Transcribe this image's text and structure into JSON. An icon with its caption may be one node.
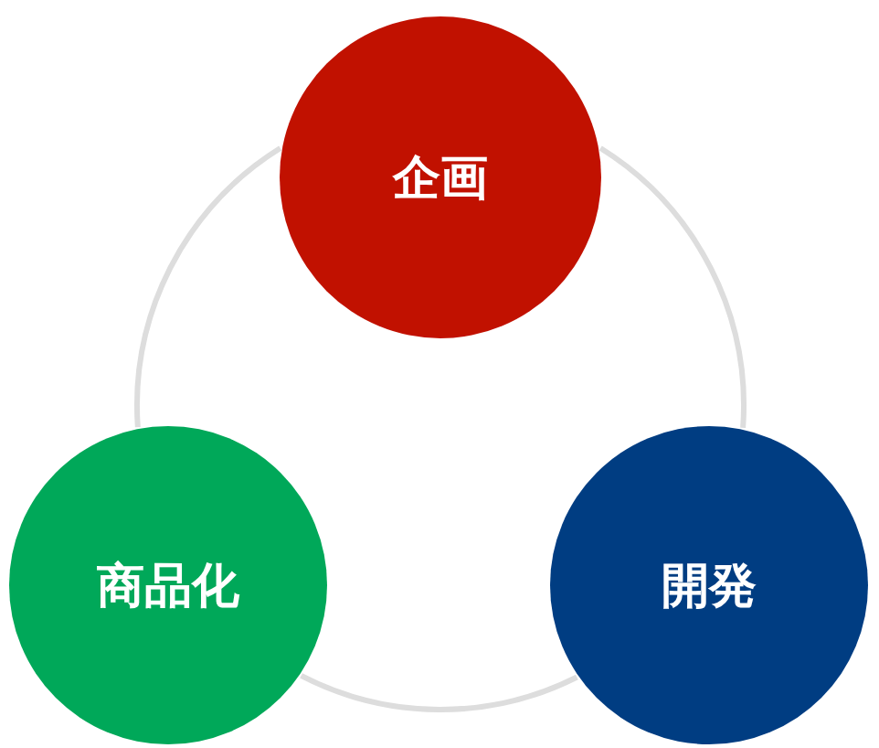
{
  "diagram": {
    "nodes": [
      {
        "text": [
          "企画"
        ]
      },
      {
        "text": [
          "開発"
        ]
      },
      {
        "text": [
          "商品化"
        ]
      }
    ],
    "edges": [
      {
        "from": 0,
        "to": 1,
        "arrow": "none"
      },
      {
        "from": 1,
        "to": 2,
        "arrow": "none"
      },
      {
        "from": 2,
        "to": 0,
        "arrow": "none"
      }
    ]
  }
}
